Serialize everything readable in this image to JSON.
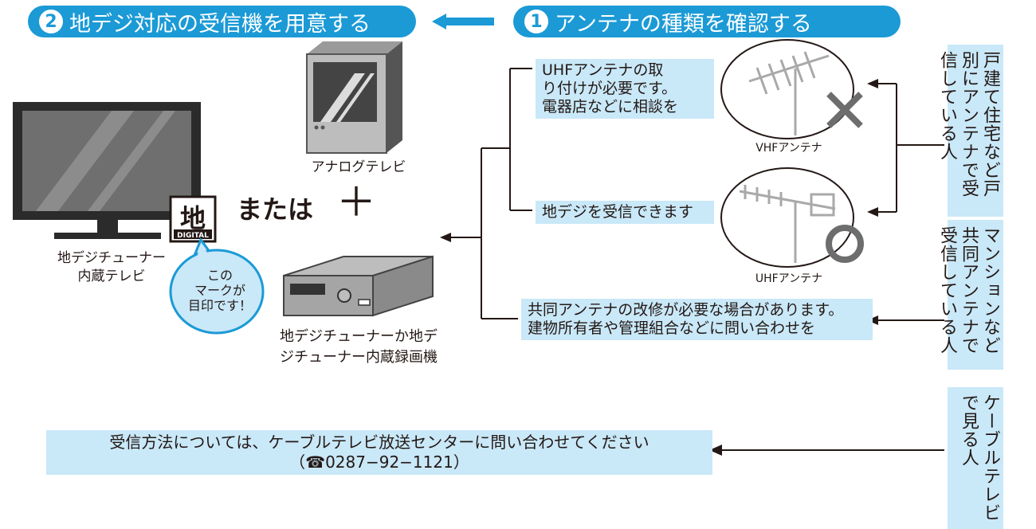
{
  "steps": {
    "step2": {
      "num": "2",
      "label": "地デジ対応の受信機を用意する"
    },
    "step1": {
      "num": "1",
      "label": "アンテナの種類を確認する"
    }
  },
  "devices": {
    "tv_caption_1": "地デジチューナー",
    "tv_caption_2": "内蔵テレビ",
    "analog_caption": "アナログテレビ",
    "or_label": "または",
    "plus_sign": "＋",
    "recorder_caption_1": "地デジチューナーか地デ",
    "recorder_caption_2": "ジチューナー内蔵録画機",
    "bubble_1": "この",
    "bubble_2": "マークが",
    "bubble_3": "目印です！"
  },
  "antennas": {
    "vhf_label": "VHFアンテナ",
    "uhf_label": "UHFアンテナ"
  },
  "messages": {
    "uhf_needed_1": "UHFアンテナの取",
    "uhf_needed_2": "り付けが必要です。",
    "uhf_needed_3": "電器店などに相談を",
    "can_receive": "地デジを受信できます",
    "shared_1": "共同アンテナの改修が必要な場合があります。",
    "shared_2": "建物所有者や管理組合などに問い合わせを",
    "cable_1": "受信方法については、ケーブルテレビ放送センターに問い合わせてください",
    "cable_2": "（☎0287−92−1121）"
  },
  "categories": {
    "house": "戸建て住宅など戸別にアンテナで受信している人",
    "mansion": "マンションなど共同アンテナで受信している人",
    "cable": "ケーブルテレビで見る人"
  },
  "colors": {
    "accent": "#1b9ad6",
    "box": "#c9e8f8"
  }
}
